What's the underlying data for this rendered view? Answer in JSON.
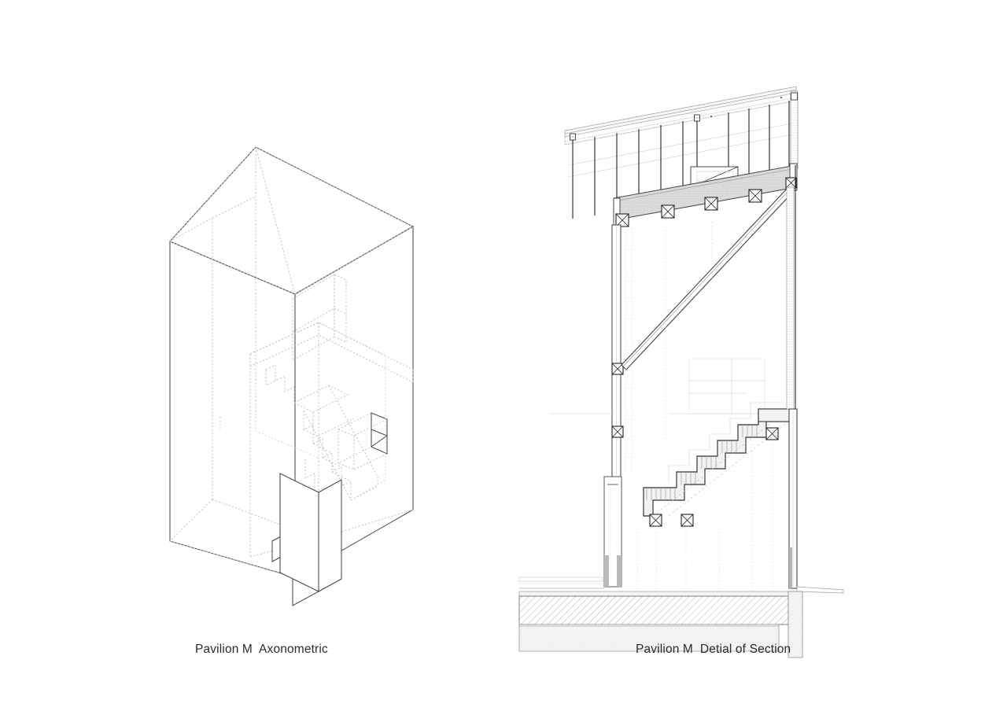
{
  "sheet": {
    "background_color": "#ffffff",
    "title_note": "architectural drawing sheet with two figures"
  },
  "figures": [
    {
      "id": "axonometric",
      "caption": "Pavilion M  Axonometric",
      "type": "axonometric-line-drawing",
      "description": "Wireframe axonometric of a tall gable-roofed pavilion volume with interior stair, mezzanine, window panel and a protruding box on the right face",
      "line_color_solid": "#4a4a4a",
      "line_color_hidden": "#b9b9b9",
      "elements": [
        "outer-volume",
        "gable-roof",
        "interior-stair",
        "mezzanine-slab",
        "window-panel",
        "protruding-box",
        "ground-floor-wall"
      ]
    },
    {
      "id": "section-detail",
      "caption": "Pavilion M  Detial of Section",
      "type": "section-detail-drawing",
      "description": "Detailed building section showing sloped roof with hanger rods, roof slab with steel beam sections, diagonal strut, hatched stair, right curtain wall and hatched concrete foundation",
      "line_color_solid": "#303030",
      "line_color_hidden": "#c2c2c2",
      "hatch_color": "#8a8a8a",
      "fill_light": "#ededed",
      "fill_slab": "#d8d8d8",
      "elements": [
        "sloped-roof-beam",
        "hanger-rods",
        "rooftop-unit",
        "roof-slab",
        "steel-beam-sections",
        "diagonal-strut",
        "left-wall",
        "stair-flight",
        "right-curtain-wall",
        "ground-line",
        "concrete-foundation-slab",
        "sub-base"
      ],
      "counts": {
        "hanger_rods": 12,
        "roof_beam_sections": 5,
        "stair_risers": 7
      }
    }
  ],
  "captions": {
    "axonometric": "Pavilion M  Axonometric",
    "section": "Pavilion M  Detial of Section"
  },
  "colors": {
    "paper": "#ffffff",
    "ink": "#2b2b2b",
    "hidden_line": "#bdbdbd",
    "hatch": "#8f8f8f",
    "slab_fill": "#d9d9d9",
    "subbase_fill": "#efefef"
  }
}
